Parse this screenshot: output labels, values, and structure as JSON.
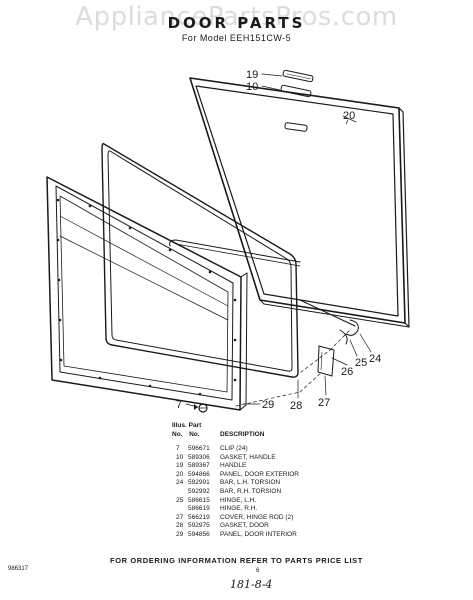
{
  "watermark": "AppliancePartsPros.com",
  "title": "DOOR PARTS",
  "subtitle": "For Model EEH151CW-5",
  "callouts": [
    "19",
    "10",
    "20",
    "24",
    "25",
    "26",
    "27",
    "28",
    "29",
    "7"
  ],
  "legend": {
    "header_line1": "Illus. Part",
    "header_no1": "No.",
    "header_no2": "No.",
    "header_desc": "DESCRIPTION",
    "rows": [
      {
        "illus": "7",
        "part": "596671",
        "desc": "CLIP (24)"
      },
      {
        "illus": "10",
        "part": "589306",
        "desc": "GASKET, HANDLE"
      },
      {
        "illus": "19",
        "part": "589367",
        "desc": "HANDLE"
      },
      {
        "illus": "20",
        "part": "594866",
        "desc": "PANEL, DOOR EXTERIOR"
      },
      {
        "illus": "24",
        "part": "592991",
        "desc": "BAR, L.H. TORSION"
      },
      {
        "illus": "",
        "part": "592992",
        "desc": "BAR, R.H. TORSION"
      },
      {
        "illus": "25",
        "part": "586615",
        "desc": "HINGE, L.H."
      },
      {
        "illus": "",
        "part": "586619",
        "desc": "HINGE, R.H."
      },
      {
        "illus": "27",
        "part": "566219",
        "desc": "COVER, HINGE ROD (2)"
      },
      {
        "illus": "28",
        "part": "592975",
        "desc": "GASKET, DOOR"
      },
      {
        "illus": "29",
        "part": "594856",
        "desc": "PANEL, DOOR INTERIOR"
      }
    ]
  },
  "footer": "FOR ORDERING INFORMATION REFER TO PARTS PRICE LIST",
  "page_number": "6",
  "doc_code": "986317",
  "handwritten": "181-8-4"
}
